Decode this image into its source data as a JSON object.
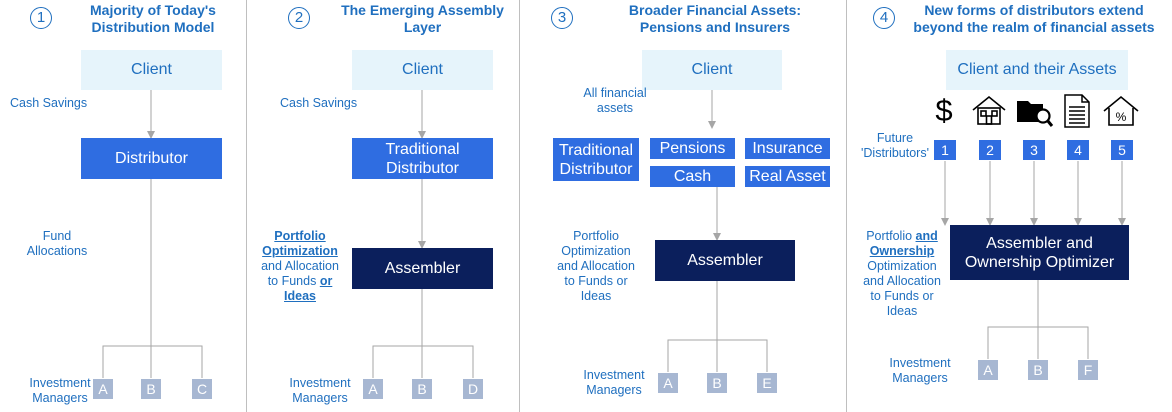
{
  "panels": [
    {
      "number": "1",
      "title_line1": "Majority of Today's",
      "title_line2": "Distribution Model",
      "client": "Client",
      "left_label_1": "Cash Savings",
      "box": "Distributor",
      "left_label_2_line1": "Fund",
      "left_label_2_line2": "Allocations",
      "managers_label_line1": "Investment",
      "managers_label_line2": "Managers",
      "managers": [
        "A",
        "B",
        "C"
      ]
    },
    {
      "number": "2",
      "title_line1": "The Emerging Assembly",
      "title_line2": "Layer",
      "client": "Client",
      "left_label_1": "Cash Savings",
      "box_line1": "Traditional",
      "box_line2": "Distributor",
      "label_portfolio": "Portfolio",
      "label_optimization": "Optimization",
      "label_and_allocation": "and Allocation",
      "label_to_funds": "to Funds",
      "label_or": "or",
      "label_ideas": "Ideas",
      "assembler": "Assembler",
      "managers_label_line1": "Investment",
      "managers_label_line2": "Managers",
      "managers": [
        "A",
        "B",
        "D"
      ]
    },
    {
      "number": "3",
      "title_line1": "Broader Financial Assets:",
      "title_line2": "Pensions and Insurers",
      "client": "Client",
      "assets_label_line1": "All financial",
      "assets_label_line2": "assets",
      "trad_line1": "Traditional",
      "trad_line2": "Distributor",
      "pensions": "Pensions",
      "insurance": "Insurance",
      "cash": "Cash",
      "real_asset": "Real Asset",
      "left_label_line1": "Portfolio",
      "left_label_line2": "Optimization",
      "left_label_line3": "and Allocation",
      "left_label_line4": "to Funds or",
      "left_label_line5": "Ideas",
      "assembler": "Assembler",
      "managers_label_line1": "Investment",
      "managers_label_line2": "Managers",
      "managers": [
        "A",
        "B",
        "E"
      ]
    },
    {
      "number": "4",
      "title_line1": "New forms of distributors extend",
      "title_line2": "beyond the realm of financial assets",
      "client": "Client and their Assets",
      "future_line1": "Future",
      "future_line2": "'Distributors'",
      "distributors": [
        "1",
        "2",
        "3",
        "4",
        "5"
      ],
      "icons": [
        "dollar-icon",
        "house-icon",
        "folder-search-icon",
        "document-icon",
        "house-percent-icon"
      ],
      "label_portfolio": "Portfolio",
      "label_and": "and",
      "label_ownership": "Ownership",
      "label_line3": "Optimization",
      "label_line4": "and Allocation",
      "label_line5": "to Funds or",
      "label_line6": "Ideas",
      "box_line1": "Assembler and",
      "box_line2": "Ownership Optimizer",
      "managers_label_line1": "Investment",
      "managers_label_line2": "Managers",
      "managers": [
        "A",
        "B",
        "F"
      ]
    }
  ],
  "colors": {
    "accent": "#1f6fbf",
    "box_blue": "#2f6de1",
    "navy": "#0b1f5c",
    "client_bg": "#e6f4fb",
    "manager": "#a7b7d2"
  }
}
